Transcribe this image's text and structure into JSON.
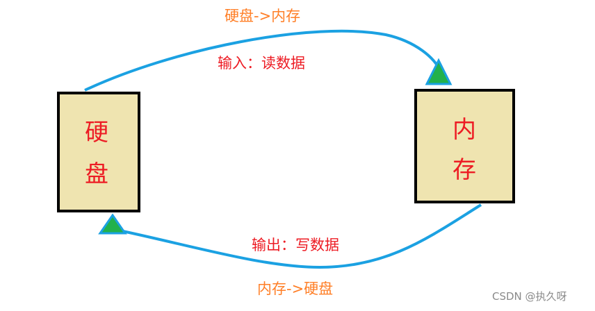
{
  "nodes": {
    "disk": {
      "char1": "硬",
      "char2": "盘"
    },
    "memory": {
      "char1": "内",
      "char2": "存"
    }
  },
  "edges": {
    "top": {
      "direction": "硬盘->内存",
      "label": "输入：读数据"
    },
    "bottom": {
      "label": "输出：写数据",
      "direction": "内存->硬盘"
    }
  },
  "watermark": "CSDN @执久呀",
  "colors": {
    "arrow_line": "#1ba1e2",
    "arrow_head": "#22b14c",
    "box_fill": "#efe4b0",
    "box_border": "#000000",
    "box_text": "#ed1c24",
    "direction_text": "#ff7f27",
    "label_text": "#ed1c24"
  }
}
